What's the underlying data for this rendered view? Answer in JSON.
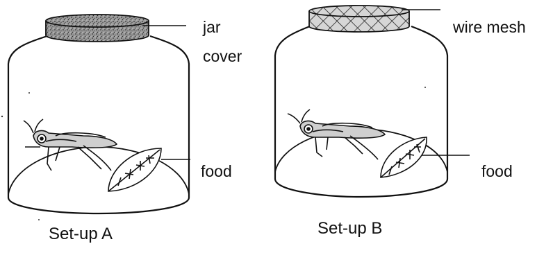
{
  "setup_a": {
    "caption": "Set-up A",
    "cover_label_line1": "jar",
    "cover_label_line2": "cover",
    "food_label": "food"
  },
  "setup_b": {
    "caption": "Set-up B",
    "mesh_label": "wire mesh",
    "food_label": "food"
  },
  "colors": {
    "ink": "#111111",
    "cover_fill": "#8a8a8a",
    "mesh_fill": "#b9b9b9",
    "background": "#ffffff"
  }
}
